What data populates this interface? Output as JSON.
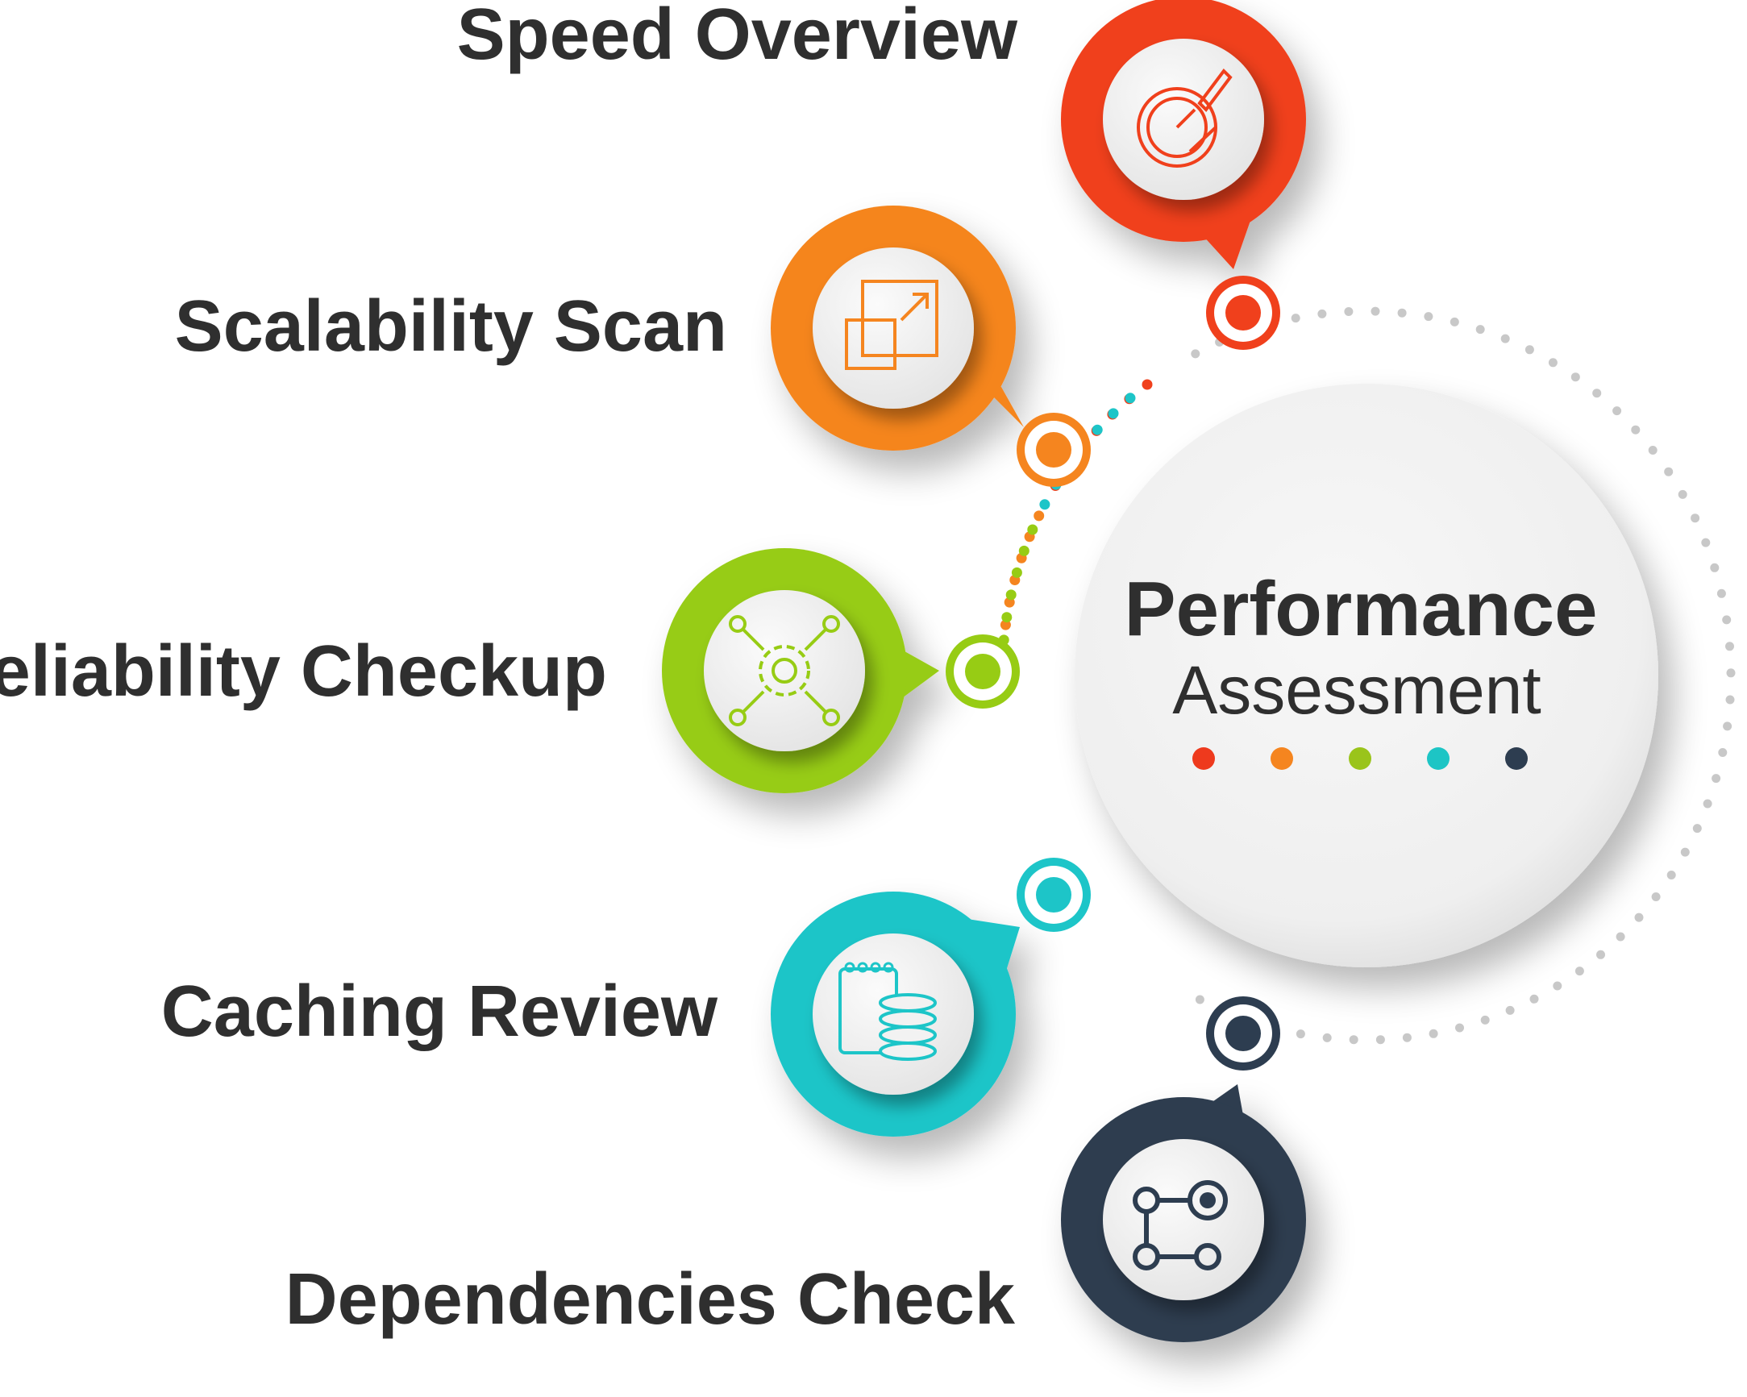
{
  "center": {
    "title": "Performance",
    "subtitle": "Assessment",
    "dot_colors": [
      "#ee3a1d",
      "#f5851f",
      "#9ac41b",
      "#1dc5c5",
      "#2d3d50"
    ]
  },
  "steps": [
    {
      "label": "Speed Overview",
      "color": "#f0401c",
      "icon": "speedometer-rocket-icon"
    },
    {
      "label": "Scalability Scan",
      "color": "#f5851f",
      "icon": "scale-up-squares-icon"
    },
    {
      "label": "Reliability Checkup",
      "color": "#97cc14",
      "icon": "gear-network-icon"
    },
    {
      "label": "Caching Review",
      "color": "#1dc5c8",
      "icon": "database-notepad-icon"
    },
    {
      "label": "Dependencies Check",
      "color": "#2d3d50",
      "icon": "dependency-graph-icon"
    }
  ],
  "ring_color": "#c8c8c8"
}
